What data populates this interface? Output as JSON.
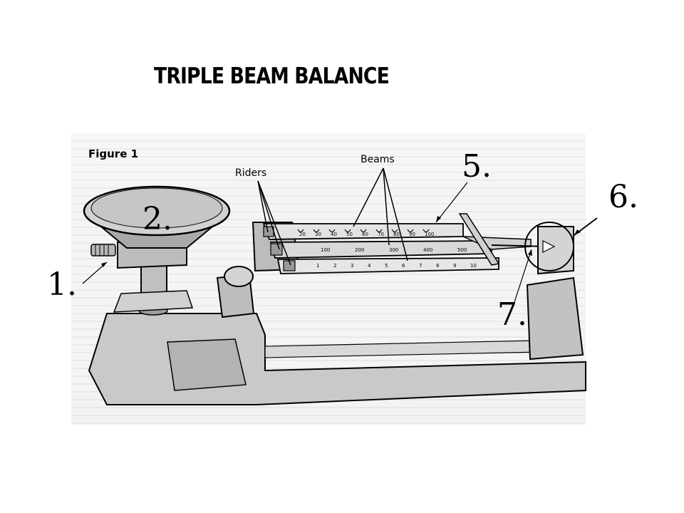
{
  "title": "TRIPLE BEAM BALANCE",
  "figure_caption": "Figure 1",
  "labels": {
    "riders": "Riders",
    "beams": "Beams"
  },
  "callouts": [
    {
      "id": "1",
      "text": "1."
    },
    {
      "id": "2",
      "text": "2."
    },
    {
      "id": "5",
      "text": "5."
    },
    {
      "id": "6",
      "text": "6."
    },
    {
      "id": "7",
      "text": "7."
    }
  ],
  "beam_scales": {
    "top": [
      "20",
      "30",
      "40",
      "50",
      "60",
      "70",
      "80",
      "90",
      "100"
    ],
    "middle": [
      "100",
      "200",
      "300",
      "400",
      "500"
    ],
    "bottom": [
      "1",
      "2",
      "3",
      "4",
      "5",
      "6",
      "7",
      "8",
      "9",
      "10"
    ]
  },
  "colors": {
    "balance_fill": "#c9c9c9",
    "balance_dark": "#9e9e9e",
    "outline": "#000000"
  }
}
